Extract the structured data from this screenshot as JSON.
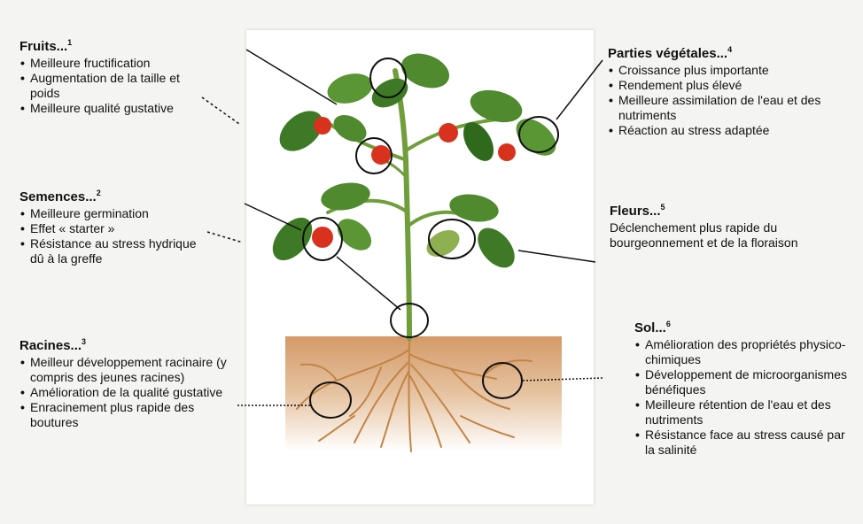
{
  "blocks": {
    "fruits": {
      "title": "Fruits...",
      "note": "1",
      "items": [
        "Meilleure fructification",
        "Augmentation de la taille et poids",
        "Meilleure qualité gustative"
      ]
    },
    "semences": {
      "title": "Semences...",
      "note": "2",
      "items": [
        "Meilleure germination",
        "Effet « starter »",
        "Résistance au stress hydrique dû à la greffe"
      ]
    },
    "racines": {
      "title": "Racines...",
      "note": "3",
      "items": [
        "Meilleur développement racinaire (y compris des jeunes racines)",
        "Amélioration de la qualité gustative",
        "Enracinement plus rapide des boutures"
      ]
    },
    "parties": {
      "title": "Parties végétales...",
      "note": "4",
      "items": [
        "Croissance plus importante",
        "Rendement plus élevé",
        "Meilleure assimilation de l'eau et des nutriments",
        "Réaction au stress adaptée"
      ]
    },
    "fleurs": {
      "title": "Fleurs...",
      "note": "5",
      "text": "Déclenchement plus rapide du bourgeonnement et de la floraison"
    },
    "sol": {
      "title": "Sol...",
      "note": "6",
      "items": [
        "Amélioration des propriétés physico-chimiques",
        "Développement de microorganismes bénéfiques",
        "Meilleure rétention de l'eau et des nutriments",
        "Résistance face au stress causé par la salinité"
      ]
    }
  },
  "colors": {
    "leaf": "#4f8a2e",
    "leaf_dark": "#2f6a1c",
    "stem": "#6f9e3a",
    "tomato": "#d8321e",
    "soil": "#d9a679",
    "root": "#c7894f"
  }
}
